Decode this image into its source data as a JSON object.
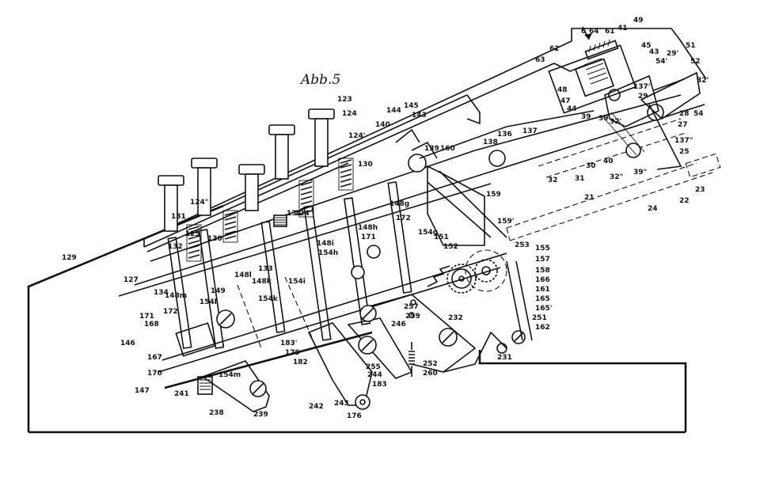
{
  "figure": {
    "title": "Abb.5"
  },
  "labels": {
    "l123": "123",
    "l124": "124",
    "l124p": "124'",
    "l124pp": "124\"",
    "l124pp2": "124'",
    "l125p": "125'",
    "l130a": "130",
    "l130b": "130",
    "l131": "131",
    "l132": "132",
    "l127": "127",
    "l129": "129",
    "l134": "134",
    "l134p": "134'",
    "l133": "133",
    "l148l": "148l",
    "l148k": "148k",
    "l148m": "148m",
    "l148i": "148i",
    "l148h": "148h",
    "l148g": "148g",
    "l154i": "154i",
    "l154h": "154h",
    "l154k": "154k",
    "l154l": "154l",
    "l154g": "154g",
    "l154m": "154m",
    "l149": "149",
    "l172a": "172",
    "l172b": "172",
    "l171a": "171",
    "l171b": "171",
    "l168": "168",
    "l146": "146",
    "l167": "167",
    "l170": "170",
    "l147": "147",
    "l241": "241",
    "l238": "238",
    "l239": "239",
    "l242": "242",
    "l243": "243",
    "l176": "176",
    "l183a": "183",
    "l183b": "183'",
    "l179": "179",
    "l182": "182",
    "l244": "244",
    "l255": "255",
    "l246": "246",
    "l257": "257",
    "l259": "259",
    "l252": "252",
    "l260": "260",
    "l232": "232",
    "l151": "151",
    "l152": "152",
    "l253": "253",
    "l155": "155",
    "l157": "157",
    "l158": "158",
    "l166": "166",
    "l161": "161",
    "l165": "165",
    "l165p": "165'",
    "l251": "251",
    "l162": "162",
    "l231": "231",
    "l159": "159",
    "l159p": "159'",
    "l160": "160",
    "l139": "139",
    "l140": "140",
    "l144": "144",
    "l145": "145",
    "l143": "143",
    "l138": "138",
    "l136": "136",
    "l137": "137",
    "l137p": "137'",
    "l137pp": "137\"",
    "l32": "32",
    "l31": "31",
    "l30": "30",
    "l40": "40",
    "l32pp": "32\"",
    "l39pp": "39\"",
    "l21": "21",
    "l24": "24",
    "l22": "22",
    "l23": "23",
    "l25": "25",
    "l27": "27",
    "l28": "28",
    "l29": "29",
    "l29p": "29'",
    "l32p": "32'",
    "l52": "52",
    "l51": "51",
    "l54": "54",
    "l54p": "54'",
    "l43": "43",
    "l45": "45",
    "l49": "49",
    "l41": "41",
    "l61": "61",
    "l64": "64",
    "l6": "6",
    "l62": "62",
    "l63": "63",
    "l48": "48",
    "l47": "47",
    "l44": "44",
    "l39": "39",
    "l39p": "39'",
    "l32pm": "32'"
  }
}
